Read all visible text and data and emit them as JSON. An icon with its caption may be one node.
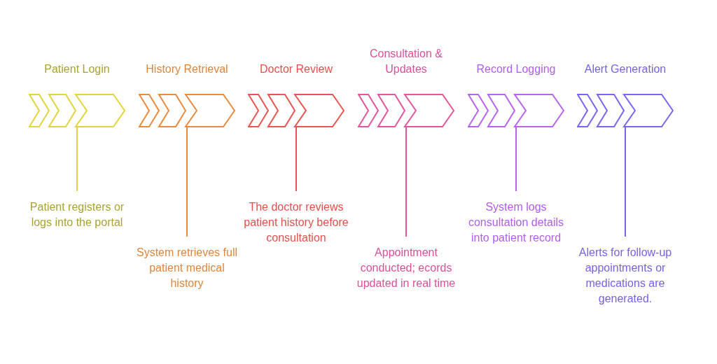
{
  "diagram": {
    "nodes": [
      {
        "text": [
          "Patient Login"
        ]
      },
      {
        "text": [
          "History Retrieval"
        ]
      },
      {
        "text": [
          "Doctor Review"
        ]
      },
      {
        "text": [
          "Consultation & Updates"
        ]
      },
      {
        "text": [
          "Record Logging"
        ]
      },
      {
        "text": [
          "Alert Generation"
        ]
      },
      {
        "text": [
          "Patient registers or logs into the portal"
        ]
      },
      {
        "text": [
          "System retrieves full patient medical history"
        ]
      },
      {
        "text": [
          "The doctor reviews patient history before consultation"
        ]
      },
      {
        "text": [
          "Appointment conducted; ecords updated in real time"
        ]
      },
      {
        "text": [
          "System logs consultation details into patient record"
        ]
      },
      {
        "text": [
          "Alerts for follow-up appointments or medications are generated."
        ]
      }
    ],
    "edges": [
      {
        "from": 0,
        "to": 6,
        "arrow": "none",
        "color": "#e2d43a"
      },
      {
        "from": 1,
        "to": 7,
        "arrow": "none",
        "color": "#ea8a3c"
      },
      {
        "from": 2,
        "to": 8,
        "arrow": "none",
        "color": "#e8544f"
      },
      {
        "from": 3,
        "to": 9,
        "arrow": "none",
        "color": "#e2559d"
      },
      {
        "from": 4,
        "to": 10,
        "arrow": "none",
        "color": "#b862ef"
      },
      {
        "from": 5,
        "to": 11,
        "arrow": "none",
        "color": "#7b65f0"
      }
    ]
  }
}
